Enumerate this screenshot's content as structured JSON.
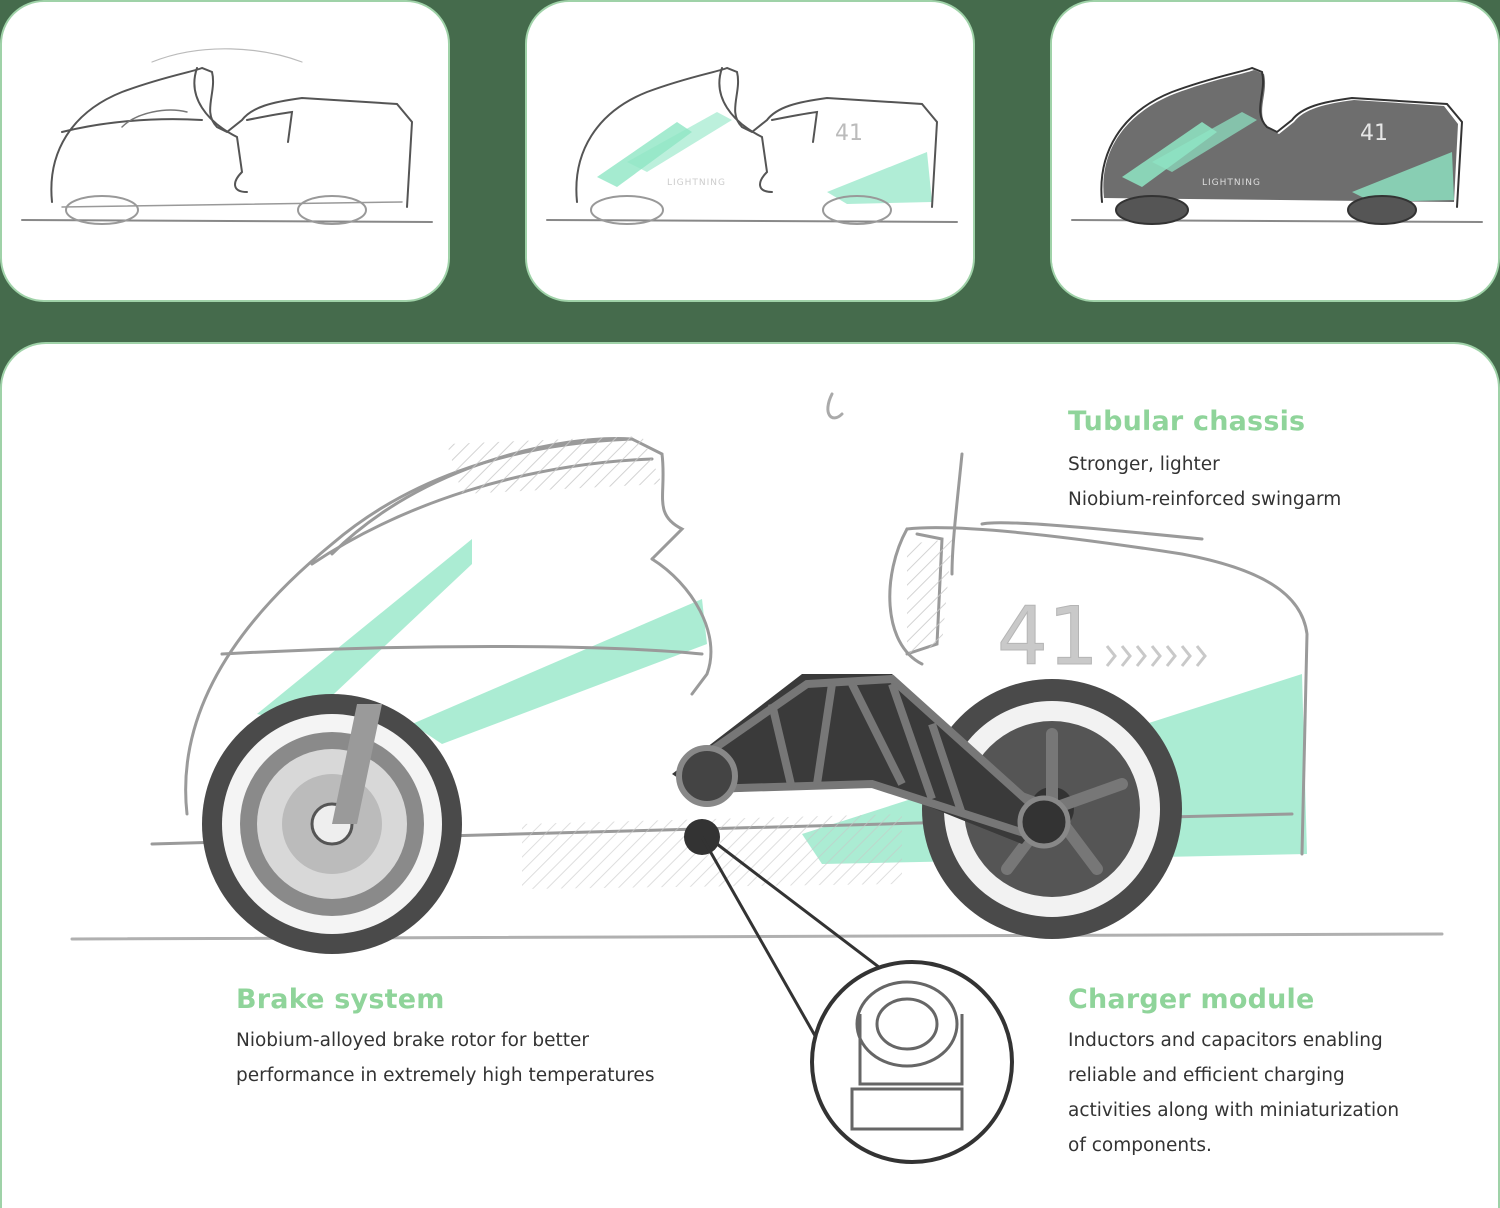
{
  "colors": {
    "background": "#456b4c",
    "card": "#ffffff",
    "card_border": "#9fd2a8",
    "accent": "#8fd49a",
    "livery": "#8fe6c4",
    "body_text": "#333333"
  },
  "thumbnails": [
    {
      "stage": "pencil sketch"
    },
    {
      "stage": "sketch with livery",
      "race_number": "41",
      "brand": "LIGHTNING"
    },
    {
      "stage": "rendered sketch",
      "race_number": "41",
      "brand": "LIGHTNING"
    }
  ],
  "main": {
    "race_number": "41",
    "callouts": {
      "chassis": {
        "title": "Tubular chassis",
        "lines": [
          "Stronger, lighter",
          "Niobium-reinforced swingarm"
        ]
      },
      "brake": {
        "title": "Brake system",
        "lines": [
          "Niobium-alloyed brake rotor for better",
          "performance in extremely high temperatures"
        ]
      },
      "charger": {
        "title": "Charger module",
        "lines": [
          "Inductors and capacitors enabling",
          "reliable and efficient charging",
          "activities along with miniaturization",
          "of components."
        ]
      }
    }
  }
}
